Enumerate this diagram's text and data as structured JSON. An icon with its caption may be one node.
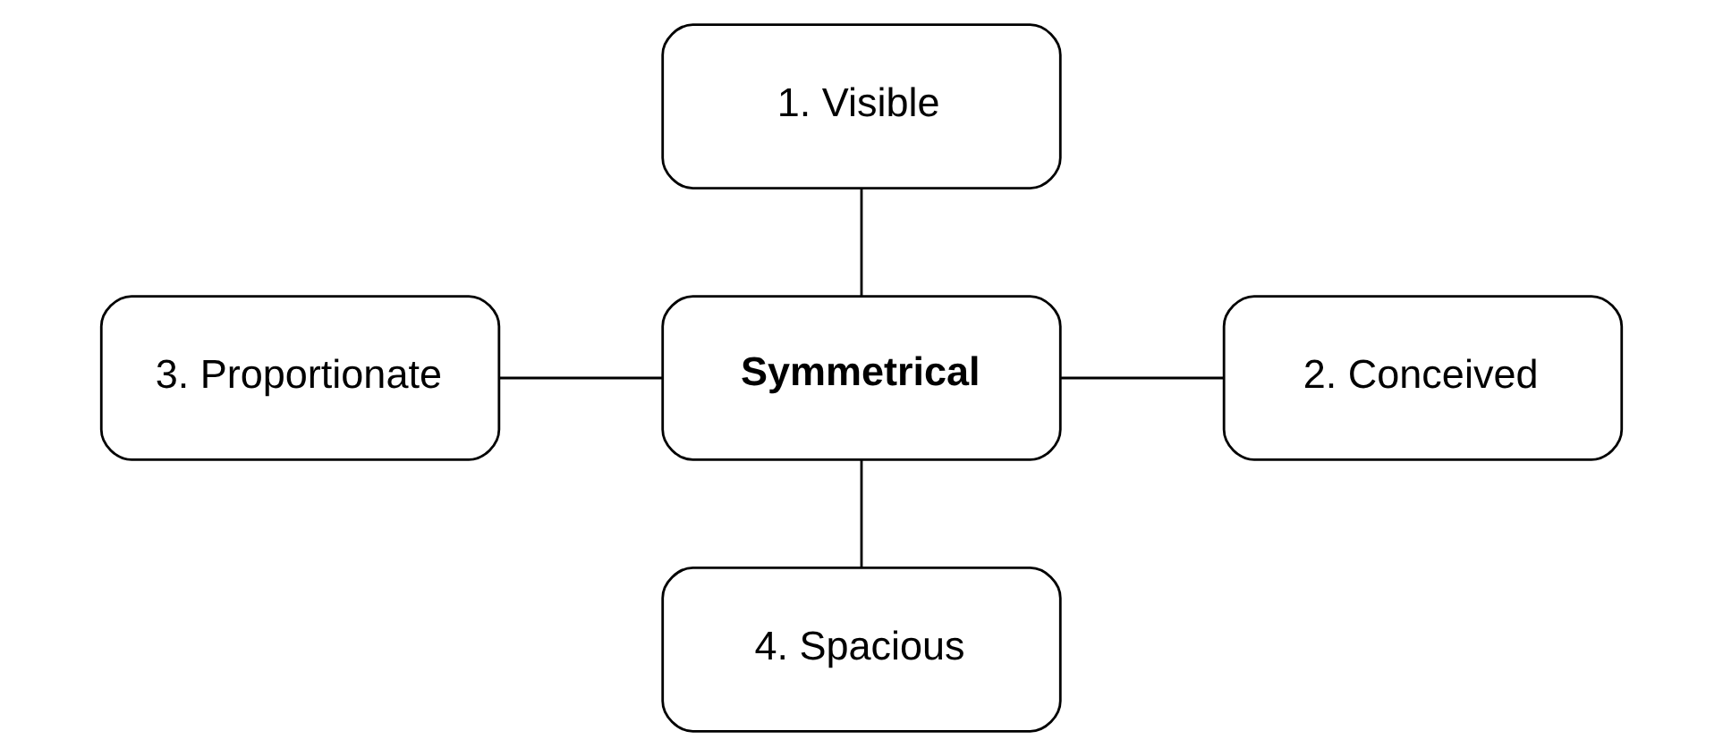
{
  "diagram": {
    "nodes": [
      {
        "text": [
          "Symmetrical"
        ]
      },
      {
        "text": [
          "1. Visible"
        ]
      },
      {
        "text": [
          "2. Conceived"
        ]
      },
      {
        "text": [
          "3. Proportionate"
        ]
      },
      {
        "text": [
          "4. Spacious"
        ]
      }
    ],
    "edges": [
      {
        "from": 0,
        "to": 1,
        "arrow": "none"
      },
      {
        "from": 0,
        "to": 2,
        "arrow": "none"
      },
      {
        "from": 0,
        "to": 3,
        "arrow": "none"
      },
      {
        "from": 0,
        "to": 4,
        "arrow": "none"
      }
    ]
  }
}
